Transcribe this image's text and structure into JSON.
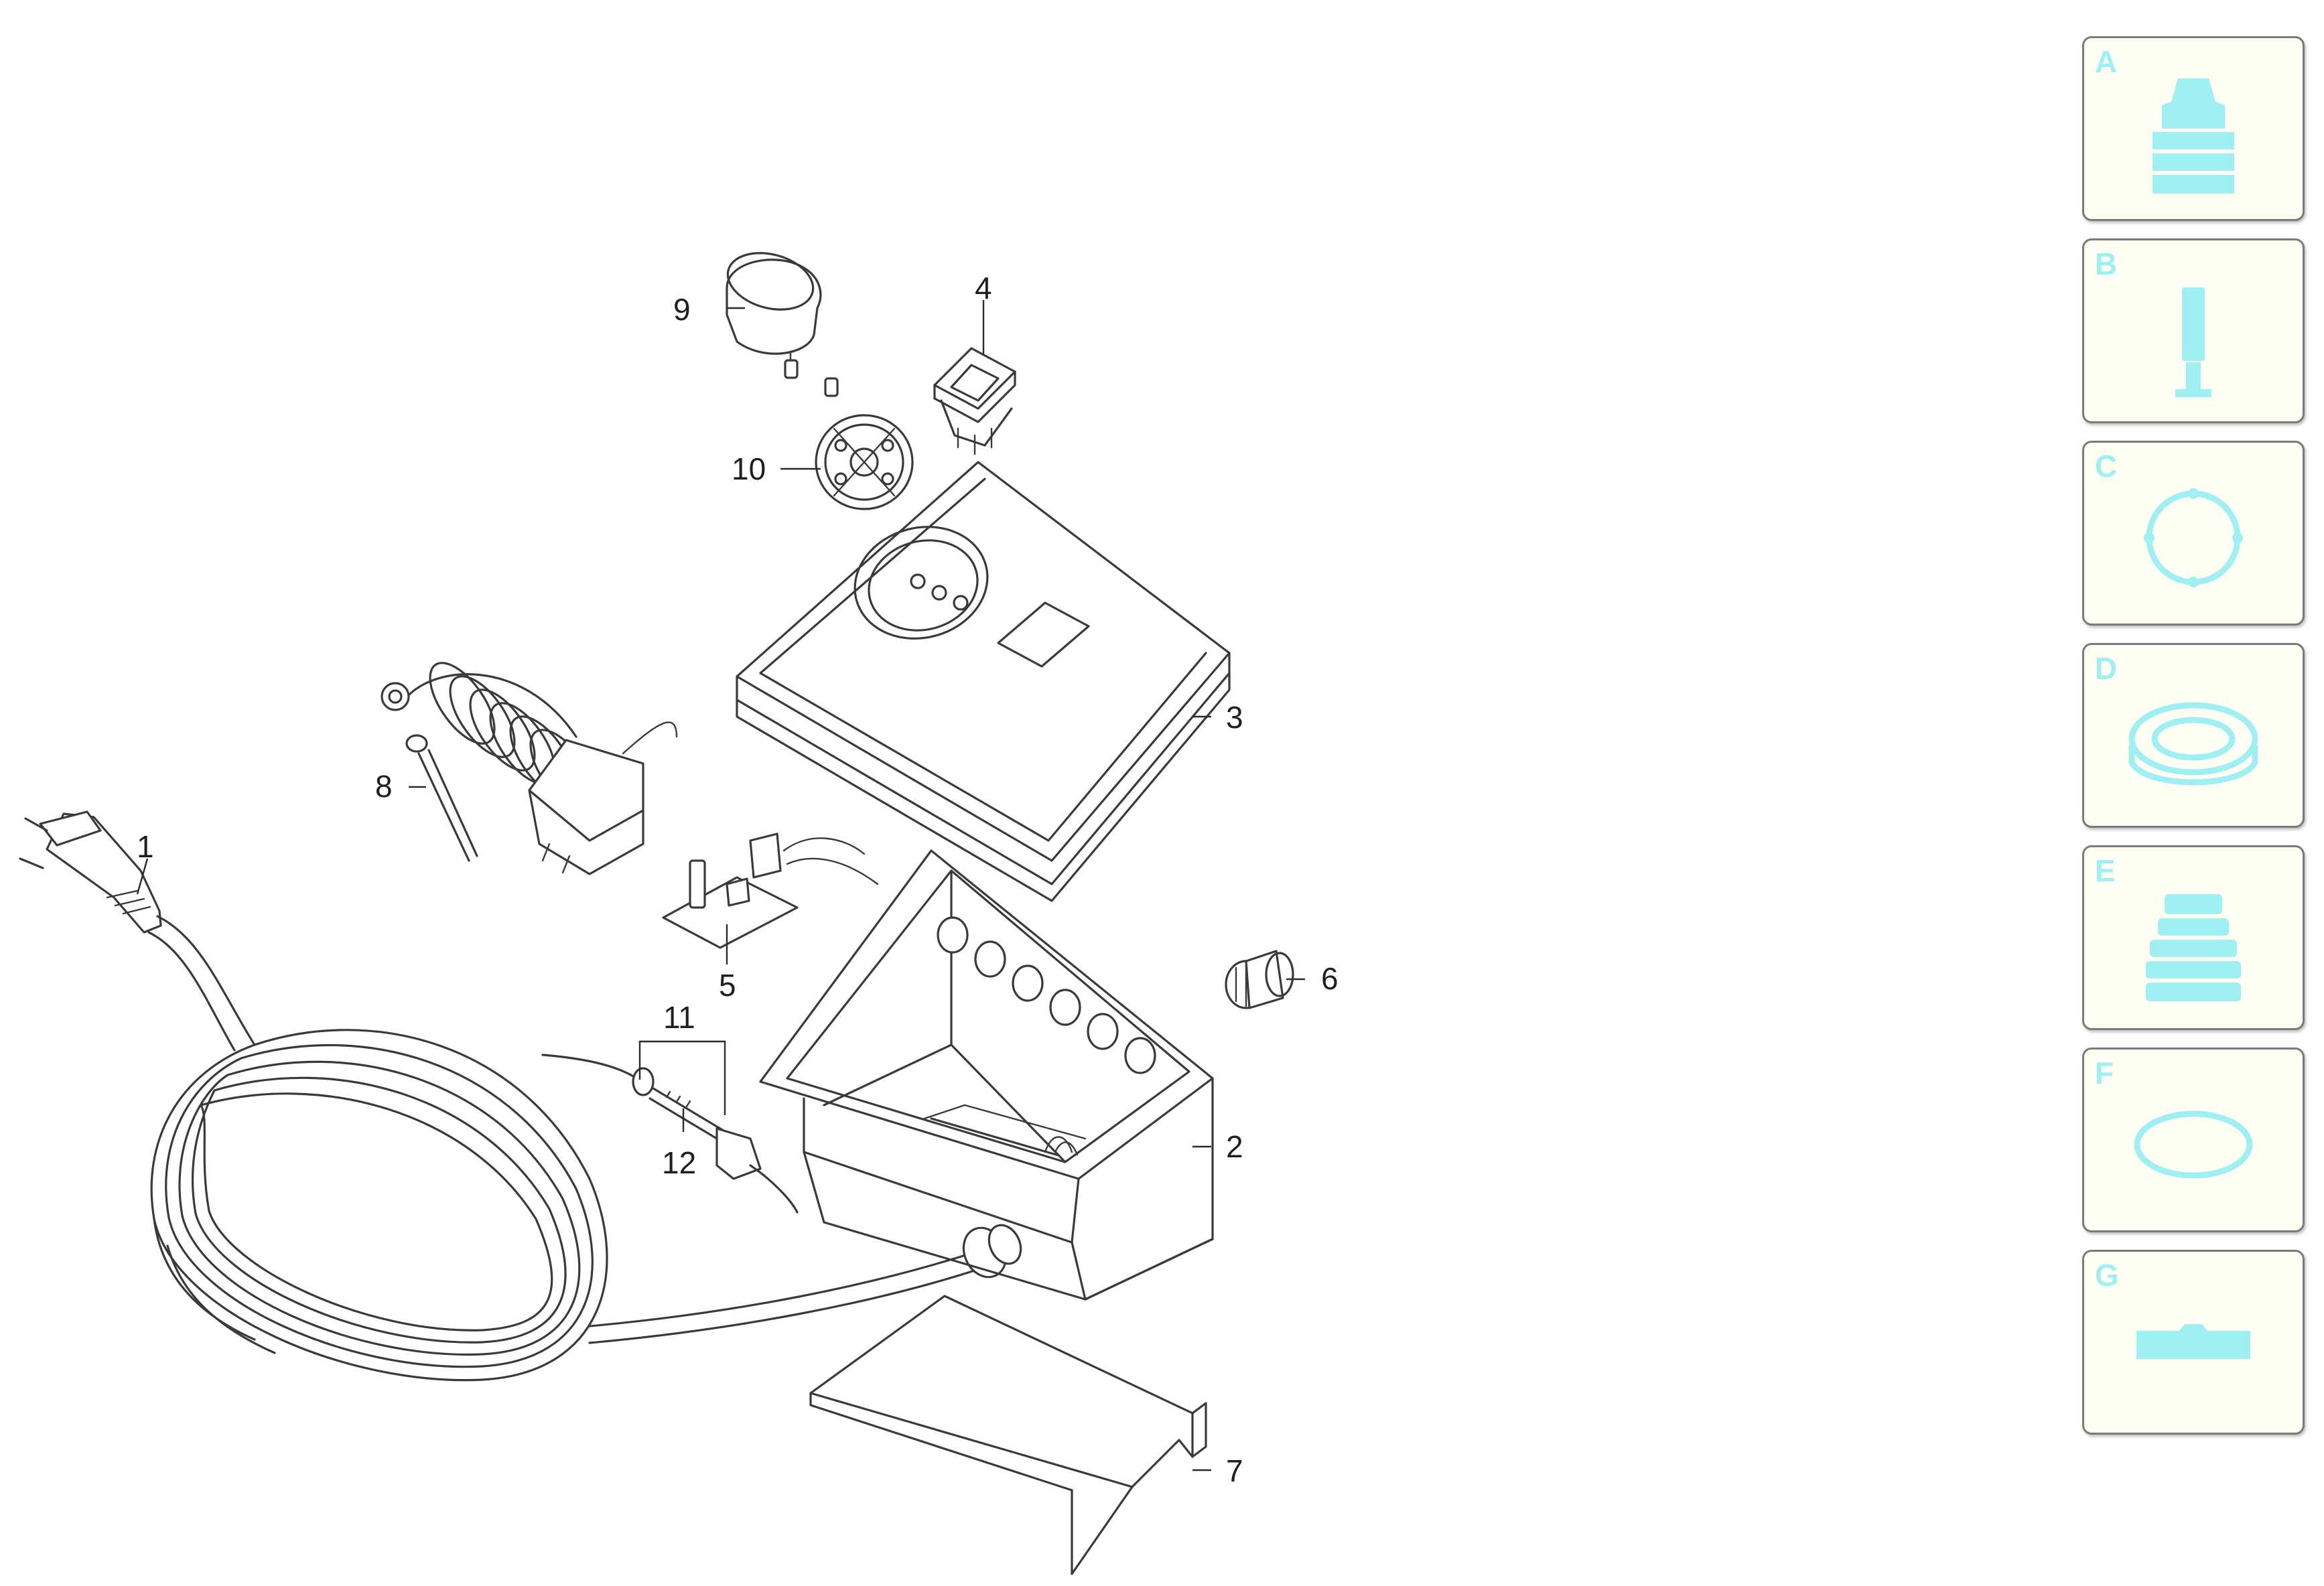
{
  "callouts": {
    "c1": "1",
    "c2": "2",
    "c3": "3",
    "c4": "4",
    "c5": "5",
    "c6": "6",
    "c7": "7",
    "c8": "8",
    "c9": "9",
    "c10": "10",
    "c11": "11",
    "c12": "12"
  },
  "sidebar": {
    "accent_color": "#9ff0f2",
    "tiles": [
      {
        "letter": "A",
        "icon": "fitting-icon"
      },
      {
        "letter": "B",
        "icon": "pin-icon"
      },
      {
        "letter": "C",
        "icon": "flange-ring-icon"
      },
      {
        "letter": "D",
        "icon": "seal-ring-icon"
      },
      {
        "letter": "E",
        "icon": "stacked-fitting-icon"
      },
      {
        "letter": "F",
        "icon": "o-ring-icon"
      },
      {
        "letter": "G",
        "icon": "clip-icon"
      }
    ]
  }
}
